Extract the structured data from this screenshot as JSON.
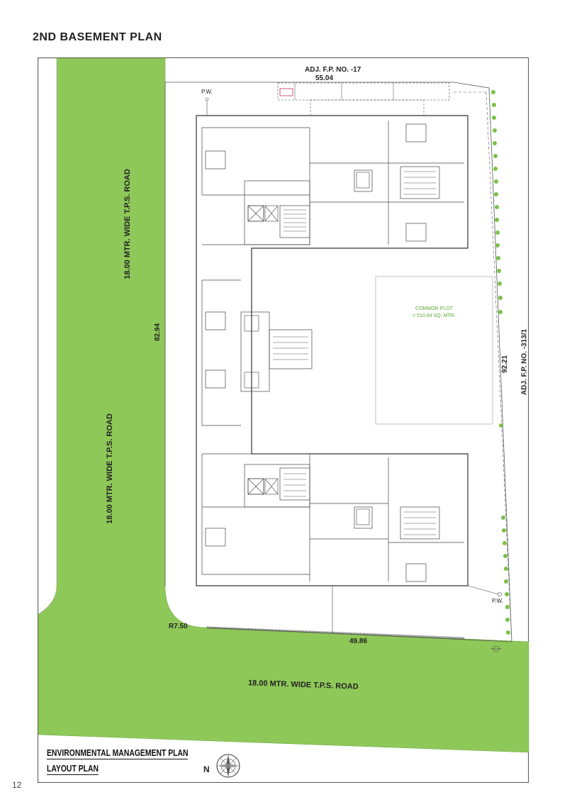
{
  "page": {
    "title": "2ND BASEMENT PLAN",
    "page_number": "12"
  },
  "labels": {
    "adj_top": "ADJ. F.P. NO. -17",
    "top_dimension": "55.04",
    "road_left_top": "18.00 MTR. WIDE T.P.S. ROAD",
    "road_left_bottom": "18.00 MTR. WIDE T.P.S. ROAD",
    "road_bottom": "18.00 MTR. WIDE T.P.S. ROAD",
    "left_dimension": "82.94",
    "right_dimension": "92.21",
    "adj_right": "ADJ. F.P. NO. -313/1",
    "bottom_dimension": "49.86",
    "corner_radius": "R7.50",
    "pw_top": "P.W.",
    "pw_bottom": "P.W.",
    "common_plot_line1": "COMMON PLOT",
    "common_plot_line2": "= 510.64 SQ. MTR.",
    "north": "N"
  },
  "legend": {
    "line1": "ENVIRONMENTAL MANAGEMENT PLAN",
    "line2": "LAYOUT PLAN"
  },
  "colors": {
    "road_green": "#8ec859",
    "tree_green": "#7cc04a",
    "common_plot_text": "#5aa832",
    "line": "#333333"
  }
}
